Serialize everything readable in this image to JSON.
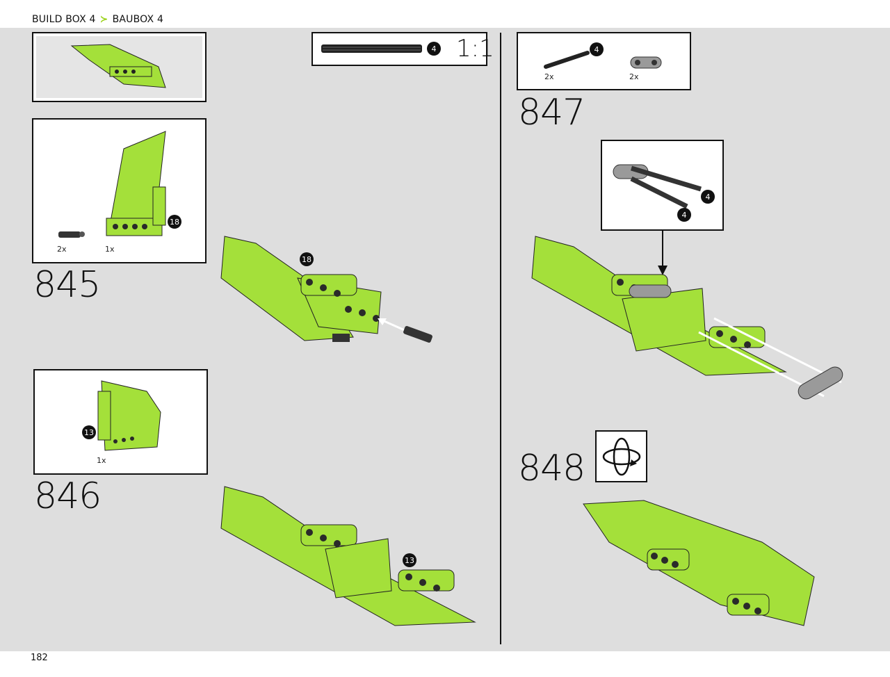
{
  "header": {
    "crumb_1": "BUILD BOX 4",
    "crumb_sep": "≻",
    "crumb_2": "BAUBOX 4"
  },
  "footer": {
    "page_number": "182"
  },
  "colors": {
    "lime": "#a4e03a",
    "background": "#dedede",
    "dark": "#111111",
    "arrow": "#ffffff"
  },
  "scale_box": {
    "length_callout": "4",
    "scale": "1:1"
  },
  "steps": [
    {
      "number": "845",
      "parts": [
        {
          "qty": "2x"
        },
        {
          "qty": "1x",
          "callout": "18"
        }
      ],
      "main_callouts": [
        "18"
      ]
    },
    {
      "number": "846",
      "parts": [
        {
          "qty": "1x",
          "callout": "13"
        }
      ],
      "main_callouts": [
        "13"
      ]
    },
    {
      "number": "847",
      "parts": [
        {
          "qty": "2x",
          "callout": "4"
        },
        {
          "qty": "2x"
        }
      ],
      "subassembly_callouts": [
        "4",
        "4"
      ]
    },
    {
      "number": "848",
      "icon": "rotate-model-icon"
    }
  ]
}
